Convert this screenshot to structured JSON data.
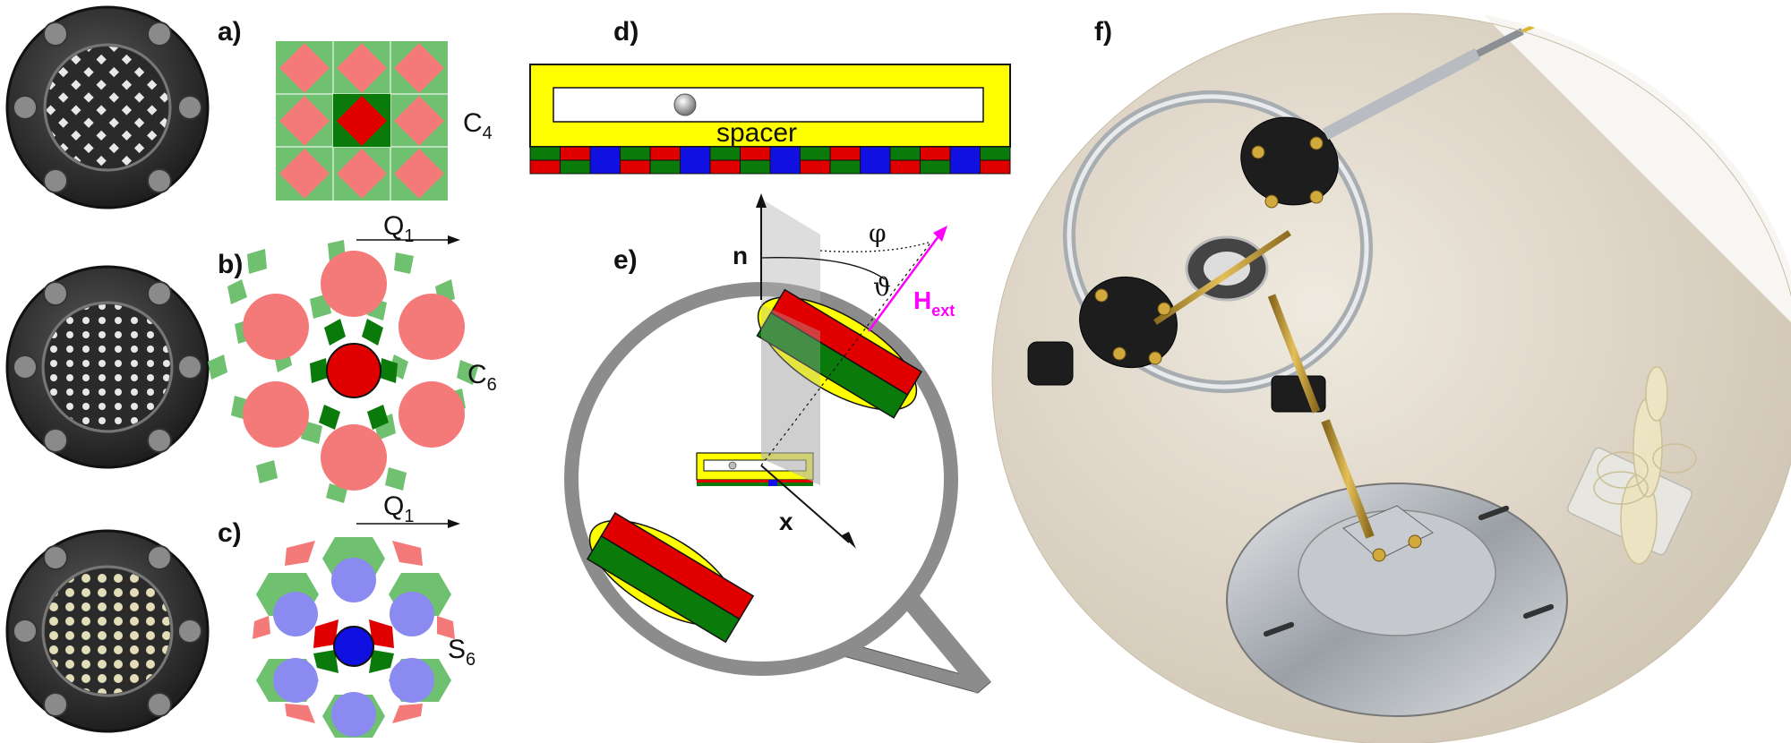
{
  "panels": {
    "a": {
      "label": "a)",
      "symmetry": "C",
      "symmetry_sub": "4"
    },
    "b": {
      "label": "b)",
      "symmetry": "C",
      "symmetry_sub": "6",
      "wavevector": "Q",
      "wavevector_sub": "1"
    },
    "c": {
      "label": "c)",
      "symmetry": "S",
      "symmetry_sub": "6",
      "wavevector": "Q",
      "wavevector_sub": "1"
    },
    "d": {
      "label": "d)",
      "spacer": "spacer"
    },
    "e": {
      "label": "e)",
      "normal": "n",
      "axis_x": "x",
      "phi": "φ",
      "theta": "ϑ",
      "field": "H",
      "field_sub": "ext"
    },
    "f": {
      "label": "f)"
    }
  },
  "colors": {
    "red": "#e00000",
    "light_red": "#f47a7a",
    "green": "#0a7a0a",
    "light_green": "#6fc06f",
    "blue": "#1010e0",
    "light_blue": "#8a8af0",
    "yellow": "#ffff00",
    "magenta": "#ff00ff"
  }
}
